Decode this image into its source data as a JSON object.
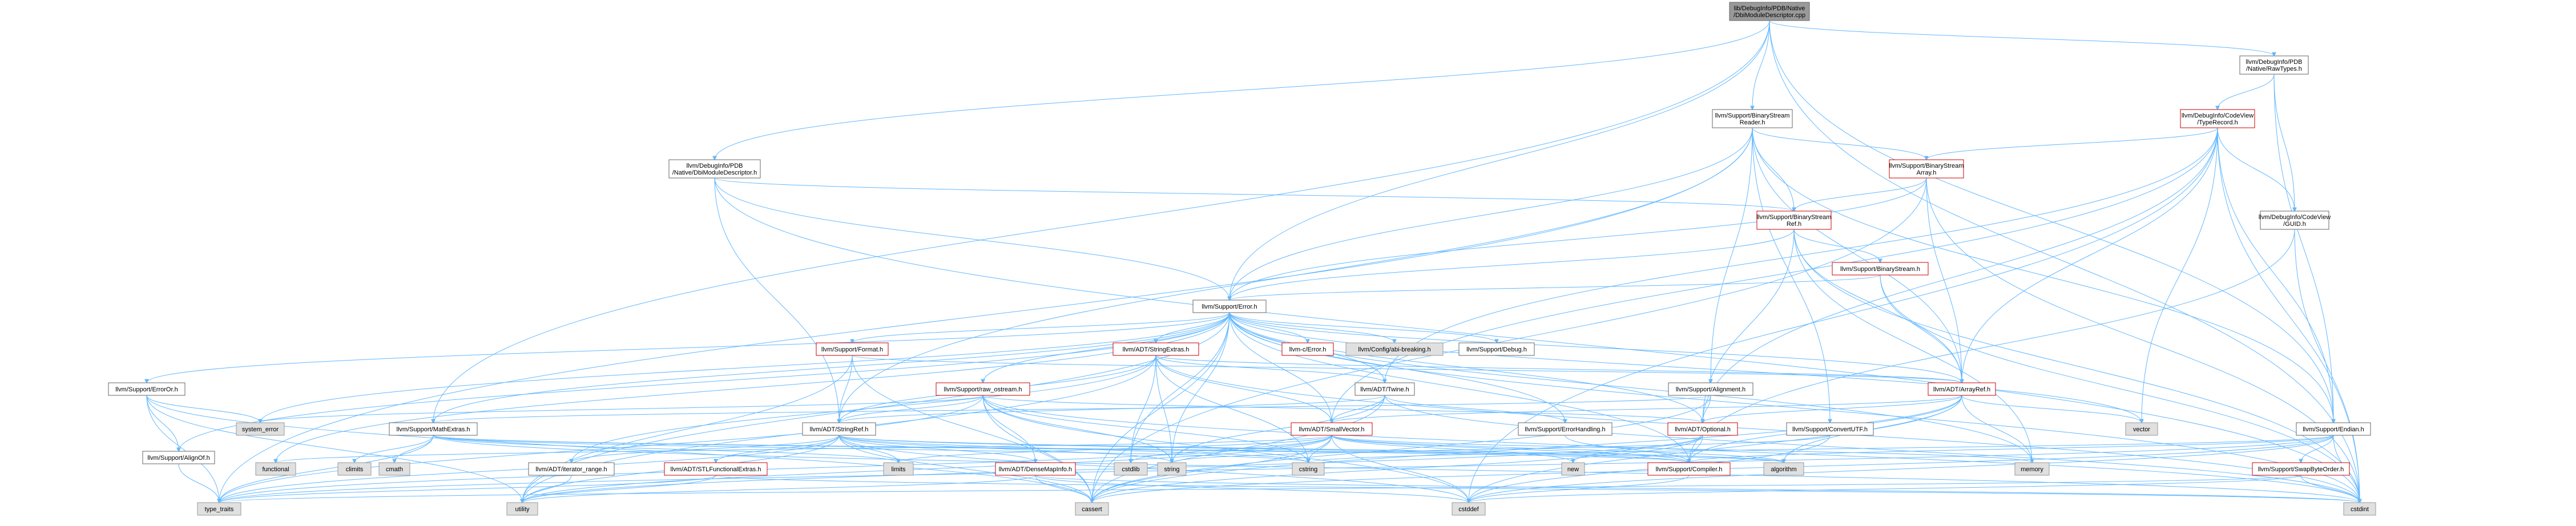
{
  "nodes": [
    {
      "id": "root",
      "label": [
        "lib/DebugInfo/PDB/Native",
        "/DbiModuleDescriptor.cpp"
      ],
      "kind": "root"
    },
    {
      "id": "rawtypes",
      "label": [
        "llvm/DebugInfo/PDB",
        "/Native/RawTypes.h"
      ],
      "kind": "normal"
    },
    {
      "id": "bsreader",
      "label": [
        "llvm/Support/BinaryStream",
        "Reader.h"
      ],
      "kind": "normal"
    },
    {
      "id": "dbimoddesc",
      "label": [
        "llvm/DebugInfo/PDB",
        "/Native/DbiModuleDescriptor.h"
      ],
      "kind": "normal"
    },
    {
      "id": "typerecord",
      "label": [
        "llvm/DebugInfo/CodeView",
        "/TypeRecord.h"
      ],
      "kind": "red"
    },
    {
      "id": "bsarray",
      "label": [
        "llvm/Support/BinaryStream",
        "Array.h"
      ],
      "kind": "red"
    },
    {
      "id": "bsref",
      "label": [
        "llvm/Support/BinaryStream",
        "Ref.h"
      ],
      "kind": "red"
    },
    {
      "id": "guid",
      "label": [
        "llvm/DebugInfo/CodeView",
        "/GUID.h"
      ],
      "kind": "normal"
    },
    {
      "id": "binstream",
      "label": [
        "llvm/Support/BinaryStream.h"
      ],
      "kind": "red"
    },
    {
      "id": "error",
      "label": [
        "llvm/Support/Error.h"
      ],
      "kind": "normal"
    },
    {
      "id": "format",
      "label": [
        "llvm/Support/Format.h"
      ],
      "kind": "red"
    },
    {
      "id": "stringextras",
      "label": [
        "llvm/ADT/StringExtras.h"
      ],
      "kind": "red"
    },
    {
      "id": "cerror",
      "label": [
        "llvm-c/Error.h"
      ],
      "kind": "red"
    },
    {
      "id": "abibreaking",
      "label": [
        "llvm/Config/abi-breaking.h"
      ],
      "kind": "gray"
    },
    {
      "id": "debug",
      "label": [
        "llvm/Support/Debug.h"
      ],
      "kind": "normal"
    },
    {
      "id": "arrayref",
      "label": [
        "llvm/ADT/ArrayRef.h"
      ],
      "kind": "red"
    },
    {
      "id": "erroror",
      "label": [
        "llvm/Support/ErrorOr.h"
      ],
      "kind": "normal"
    },
    {
      "id": "rawostream",
      "label": [
        "llvm/Support/raw_ostream.h"
      ],
      "kind": "red"
    },
    {
      "id": "twine",
      "label": [
        "llvm/ADT/Twine.h"
      ],
      "kind": "normal"
    },
    {
      "id": "alignment",
      "label": [
        "llvm/Support/Alignment.h"
      ],
      "kind": "normal"
    },
    {
      "id": "vector",
      "label": [
        "vector"
      ],
      "kind": "gray"
    },
    {
      "id": "systemerror",
      "label": [
        "system_error"
      ],
      "kind": "gray"
    },
    {
      "id": "mathextras",
      "label": [
        "llvm/Support/MathExtras.h"
      ],
      "kind": "normal"
    },
    {
      "id": "stringref",
      "label": [
        "llvm/ADT/StringRef.h"
      ],
      "kind": "normal"
    },
    {
      "id": "smallvector",
      "label": [
        "llvm/ADT/SmallVector.h"
      ],
      "kind": "red"
    },
    {
      "id": "errorhandling",
      "label": [
        "llvm/Support/ErrorHandling.h"
      ],
      "kind": "normal"
    },
    {
      "id": "optional",
      "label": [
        "llvm/ADT/Optional.h"
      ],
      "kind": "red"
    },
    {
      "id": "convertutf",
      "label": [
        "llvm/Support/ConvertUTF.h"
      ],
      "kind": "normal"
    },
    {
      "id": "endian",
      "label": [
        "llvm/Support/Endian.h"
      ],
      "kind": "normal"
    },
    {
      "id": "alignof",
      "label": [
        "llvm/Support/AlignOf.h"
      ],
      "kind": "normal"
    },
    {
      "id": "functional",
      "label": [
        "functional"
      ],
      "kind": "gray"
    },
    {
      "id": "climits",
      "label": [
        "climits"
      ],
      "kind": "gray"
    },
    {
      "id": "cmath",
      "label": [
        "cmath"
      ],
      "kind": "gray"
    },
    {
      "id": "iterrange",
      "label": [
        "llvm/ADT/iterator_range.h"
      ],
      "kind": "normal"
    },
    {
      "id": "stlfunc",
      "label": [
        "llvm/ADT/STLFunctionalExtras.h"
      ],
      "kind": "red"
    },
    {
      "id": "densemapinfo",
      "label": [
        "llvm/ADT/DenseMapInfo.h"
      ],
      "kind": "red"
    },
    {
      "id": "limits",
      "label": [
        "limits"
      ],
      "kind": "gray"
    },
    {
      "id": "cstdlib",
      "label": [
        "cstdlib"
      ],
      "kind": "gray"
    },
    {
      "id": "string",
      "label": [
        "string"
      ],
      "kind": "gray"
    },
    {
      "id": "cstring",
      "label": [
        "cstring"
      ],
      "kind": "gray"
    },
    {
      "id": "new",
      "label": [
        "new"
      ],
      "kind": "gray"
    },
    {
      "id": "algorithm",
      "label": [
        "algorithm"
      ],
      "kind": "gray"
    },
    {
      "id": "compiler",
      "label": [
        "llvm/Support/Compiler.h"
      ],
      "kind": "red"
    },
    {
      "id": "memory",
      "label": [
        "memory"
      ],
      "kind": "gray"
    },
    {
      "id": "swapbyteorder",
      "label": [
        "llvm/Support/SwapByteOrder.h"
      ],
      "kind": "red"
    },
    {
      "id": "utility",
      "label": [
        "utility"
      ],
      "kind": "gray"
    },
    {
      "id": "typetraits",
      "label": [
        "type_traits"
      ],
      "kind": "gray"
    },
    {
      "id": "cassert",
      "label": [
        "cassert"
      ],
      "kind": "gray"
    },
    {
      "id": "cstddef",
      "label": [
        "cstddef"
      ],
      "kind": "gray"
    },
    {
      "id": "cstdint",
      "label": [
        "cstdint"
      ],
      "kind": "gray"
    }
  ],
  "edges": [
    [
      "root",
      "rawtypes"
    ],
    [
      "root",
      "bsreader"
    ],
    [
      "root",
      "dbimoddesc"
    ],
    [
      "root",
      "error"
    ],
    [
      "root",
      "mathextras"
    ],
    [
      "root",
      "endian"
    ],
    [
      "root",
      "cstdint"
    ],
    [
      "rawtypes",
      "typerecord"
    ],
    [
      "rawtypes",
      "guid"
    ],
    [
      "rawtypes",
      "endian"
    ],
    [
      "bsreader",
      "bsarray"
    ],
    [
      "bsreader",
      "bsref"
    ],
    [
      "bsreader",
      "error"
    ],
    [
      "bsreader",
      "arrayref"
    ],
    [
      "bsreader",
      "stringref"
    ],
    [
      "bsreader",
      "alignment"
    ],
    [
      "bsreader",
      "convertutf"
    ],
    [
      "bsreader",
      "endian"
    ],
    [
      "bsreader",
      "typetraits"
    ],
    [
      "dbimoddesc",
      "bsref"
    ],
    [
      "dbimoddesc",
      "error"
    ],
    [
      "dbimoddesc",
      "stringref"
    ],
    [
      "dbimoddesc",
      "cstdint"
    ],
    [
      "typerecord",
      "bsarray"
    ],
    [
      "typerecord",
      "guid"
    ],
    [
      "typerecord",
      "arrayref"
    ],
    [
      "typerecord",
      "optional"
    ],
    [
      "typerecord",
      "smallvector"
    ],
    [
      "typerecord",
      "endian"
    ],
    [
      "typerecord",
      "vector"
    ],
    [
      "typerecord",
      "cstdint"
    ],
    [
      "typerecord",
      "cstddef"
    ],
    [
      "typerecord",
      "twine"
    ],
    [
      "bsarray",
      "bsref"
    ],
    [
      "bsarray",
      "arrayref"
    ],
    [
      "bsarray",
      "error"
    ],
    [
      "bsarray",
      "cassert"
    ],
    [
      "bsarray",
      "cstdint"
    ],
    [
      "bsref",
      "binstream"
    ],
    [
      "bsref",
      "arrayref"
    ],
    [
      "bsref",
      "error"
    ],
    [
      "bsref",
      "optional"
    ],
    [
      "bsref",
      "cstdint"
    ],
    [
      "bsref",
      "memory"
    ],
    [
      "guid",
      "cstdint"
    ],
    [
      "guid",
      "compiler"
    ],
    [
      "binstream",
      "error"
    ],
    [
      "binstream",
      "arrayref"
    ],
    [
      "binstream",
      "cstdint"
    ],
    [
      "error",
      "format"
    ],
    [
      "error",
      "stringextras"
    ],
    [
      "error",
      "cerror"
    ],
    [
      "error",
      "abibreaking"
    ],
    [
      "error",
      "debug"
    ],
    [
      "error",
      "arrayref"
    ],
    [
      "error",
      "erroror"
    ],
    [
      "error",
      "rawostream"
    ],
    [
      "error",
      "twine"
    ],
    [
      "error",
      "alignof"
    ],
    [
      "error",
      "systemerror"
    ],
    [
      "error",
      "mathextras"
    ],
    [
      "error",
      "smallvector"
    ],
    [
      "error",
      "errorhandling"
    ],
    [
      "error",
      "optional"
    ],
    [
      "error",
      "compiler"
    ],
    [
      "error",
      "functional"
    ],
    [
      "error",
      "vector"
    ],
    [
      "error",
      "cstdlib"
    ],
    [
      "error",
      "string"
    ],
    [
      "error",
      "utility"
    ],
    [
      "error",
      "memory"
    ],
    [
      "error",
      "cassert"
    ],
    [
      "error",
      "cstdint"
    ],
    [
      "format",
      "stringref"
    ],
    [
      "format",
      "cassert"
    ],
    [
      "format",
      "utility"
    ],
    [
      "format",
      "arrayref"
    ],
    [
      "stringextras",
      "arrayref"
    ],
    [
      "stringextras",
      "stringref"
    ],
    [
      "stringextras",
      "smallvector"
    ],
    [
      "stringextras",
      "twine"
    ],
    [
      "stringextras",
      "cstdlib"
    ],
    [
      "stringextras",
      "cstring"
    ],
    [
      "stringextras",
      "string"
    ],
    [
      "stringextras",
      "iterrange"
    ],
    [
      "stringextras",
      "cstdint"
    ],
    [
      "stringextras",
      "utility"
    ],
    [
      "arrayref",
      "smallvector"
    ],
    [
      "arrayref",
      "optional"
    ],
    [
      "arrayref",
      "compiler"
    ],
    [
      "arrayref",
      "algorithm"
    ],
    [
      "arrayref",
      "memory"
    ],
    [
      "arrayref",
      "vector"
    ],
    [
      "arrayref",
      "cassert"
    ],
    [
      "arrayref",
      "cstddef"
    ],
    [
      "erroror",
      "alignof"
    ],
    [
      "erroror",
      "systemerror"
    ],
    [
      "erroror",
      "typetraits"
    ],
    [
      "erroror",
      "utility"
    ],
    [
      "erroror",
      "cassert"
    ],
    [
      "rawostream",
      "stringref"
    ],
    [
      "rawostream",
      "optional"
    ],
    [
      "rawostream",
      "cassert"
    ],
    [
      "rawostream",
      "cstddef"
    ],
    [
      "rawostream",
      "cstdint"
    ],
    [
      "rawostream",
      "cstring"
    ],
    [
      "rawostream",
      "string"
    ],
    [
      "rawostream",
      "systemerror"
    ],
    [
      "rawostream",
      "typetraits"
    ],
    [
      "rawostream",
      "densemapinfo"
    ],
    [
      "twine",
      "smallvector"
    ],
    [
      "twine",
      "stringref"
    ],
    [
      "twine",
      "errorhandling"
    ],
    [
      "twine",
      "cassert"
    ],
    [
      "twine",
      "cstdint"
    ],
    [
      "twine",
      "string"
    ],
    [
      "alignment",
      "mathextras"
    ],
    [
      "alignment",
      "optional"
    ],
    [
      "alignment",
      "cassert"
    ],
    [
      "mathextras",
      "compiler"
    ],
    [
      "mathextras",
      "climits"
    ],
    [
      "mathextras",
      "cmath"
    ],
    [
      "mathextras",
      "cstdint"
    ],
    [
      "mathextras",
      "cstring"
    ],
    [
      "mathextras",
      "limits"
    ],
    [
      "mathextras",
      "typetraits"
    ],
    [
      "mathextras",
      "algorithm"
    ],
    [
      "stringref",
      "stlfunc"
    ],
    [
      "stringref",
      "iterrange"
    ],
    [
      "stringref",
      "compiler"
    ],
    [
      "stringref",
      "algorithm"
    ],
    [
      "stringref",
      "cassert"
    ],
    [
      "stringref",
      "cstddef"
    ],
    [
      "stringref",
      "cstring"
    ],
    [
      "stringref",
      "limits"
    ],
    [
      "stringref",
      "string"
    ],
    [
      "stringref",
      "typetraits"
    ],
    [
      "stringref",
      "utility"
    ],
    [
      "stringref",
      "densemapinfo"
    ],
    [
      "smallvector",
      "compiler"
    ],
    [
      "smallvector",
      "algorithm"
    ],
    [
      "smallvector",
      "cassert"
    ],
    [
      "smallvector",
      "cstddef"
    ],
    [
      "smallvector",
      "cstdlib"
    ],
    [
      "smallvector",
      "cstring"
    ],
    [
      "smallvector",
      "functional"
    ],
    [
      "smallvector",
      "limits"
    ],
    [
      "smallvector",
      "memory"
    ],
    [
      "smallvector",
      "new"
    ],
    [
      "smallvector",
      "typetraits"
    ],
    [
      "smallvector",
      "utility"
    ],
    [
      "errorhandling",
      "compiler"
    ],
    [
      "optional",
      "compiler"
    ],
    [
      "optional",
      "cassert"
    ],
    [
      "optional",
      "new"
    ],
    [
      "optional",
      "utility"
    ],
    [
      "convertutf",
      "cstddef"
    ],
    [
      "convertutf",
      "string"
    ],
    [
      "endian",
      "swapbyteorder"
    ],
    [
      "endian",
      "compiler"
    ],
    [
      "endian",
      "cassert"
    ],
    [
      "endian",
      "cstddef"
    ],
    [
      "endian",
      "cstdint"
    ],
    [
      "endian",
      "cstring"
    ],
    [
      "endian",
      "typetraits"
    ],
    [
      "alignof",
      "typetraits"
    ],
    [
      "iterrange",
      "utility"
    ],
    [
      "stlfunc",
      "typetraits"
    ],
    [
      "stlfunc",
      "cstdint"
    ],
    [
      "stlfunc",
      "utility"
    ],
    [
      "densemapinfo",
      "cassert"
    ],
    [
      "densemapinfo",
      "cstddef"
    ],
    [
      "densemapinfo",
      "cstdint"
    ],
    [
      "densemapinfo",
      "utility"
    ],
    [
      "compiler",
      "cstddef"
    ],
    [
      "swapbyteorder",
      "cstddef"
    ],
    [
      "swapbyteorder",
      "cstdint"
    ],
    [
      "swapbyteorder",
      "typetraits"
    ]
  ]
}
